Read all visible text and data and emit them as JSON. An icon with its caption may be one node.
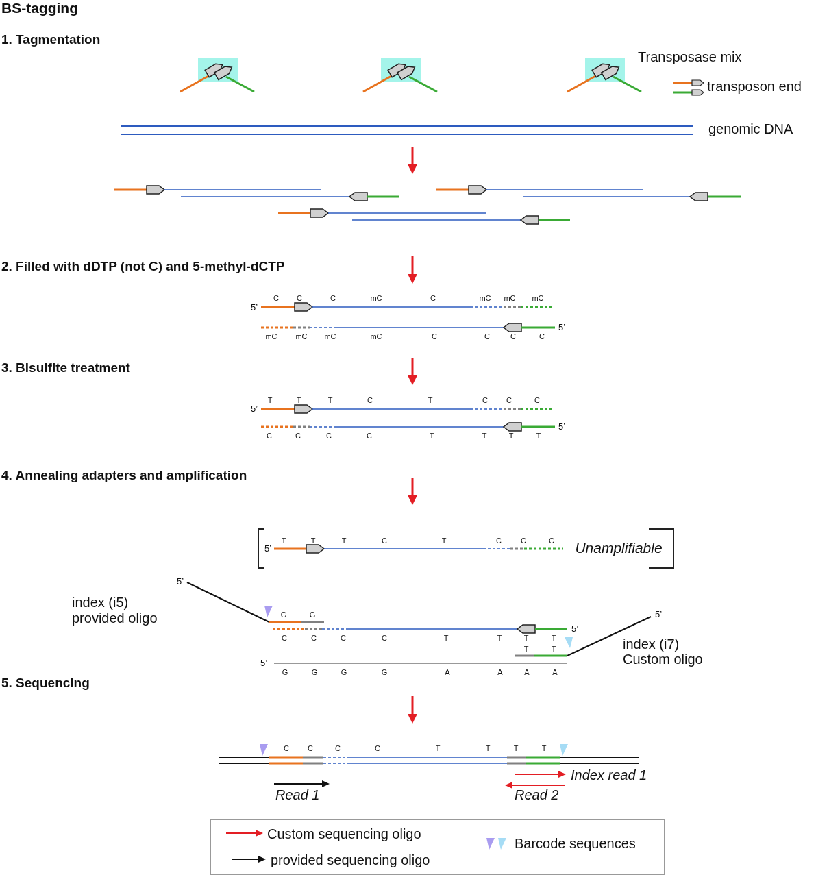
{
  "diagram": {
    "title": "BS-tagging",
    "labels": [
      "1. Tagmentation",
      "Transposase mix",
      "transposon end",
      "genomic DNA",
      "2. Filled with dDTP (not C) and 5-methyl-dCTP",
      "C",
      "C",
      "C",
      "mC",
      "C",
      "mC",
      "mC",
      "mC",
      "5’",
      "5’",
      "mC",
      "mC",
      "mC",
      "mC",
      "C",
      "C",
      "C",
      "C",
      "3. Bisulfite treatment",
      "T",
      "T",
      "T",
      "C",
      "T",
      "C",
      "C",
      "C",
      "5’",
      "5’",
      "C",
      "C",
      "C",
      "C",
      "T",
      "T",
      "T",
      "T",
      "4. Annealing adapters and amplification",
      "T",
      "T",
      "T",
      "C",
      "T",
      "C",
      "C",
      "C",
      "5’",
      "Unamplifiable",
      "5’",
      "index (i5)",
      "provided oligo",
      "G",
      "G",
      "5’",
      "5’",
      "C",
      "C",
      "C",
      "C",
      "T",
      "T",
      "T",
      "T",
      "T",
      "T",
      "index (i7)",
      "Custom oligo",
      "5’",
      "G",
      "G",
      "G",
      "G",
      "A",
      "A",
      "A",
      "A",
      "5. Sequencing",
      "C",
      "C",
      "C",
      "C",
      "T",
      "T",
      "T",
      "T",
      "Index read 1",
      "Read 1",
      "Read 2"
    ],
    "legend": [
      {
        "text": "Custom sequencing oligo"
      },
      {
        "text": "provided sequencing oligo"
      },
      {
        "text": "Barcode sequences"
      }
    ]
  }
}
